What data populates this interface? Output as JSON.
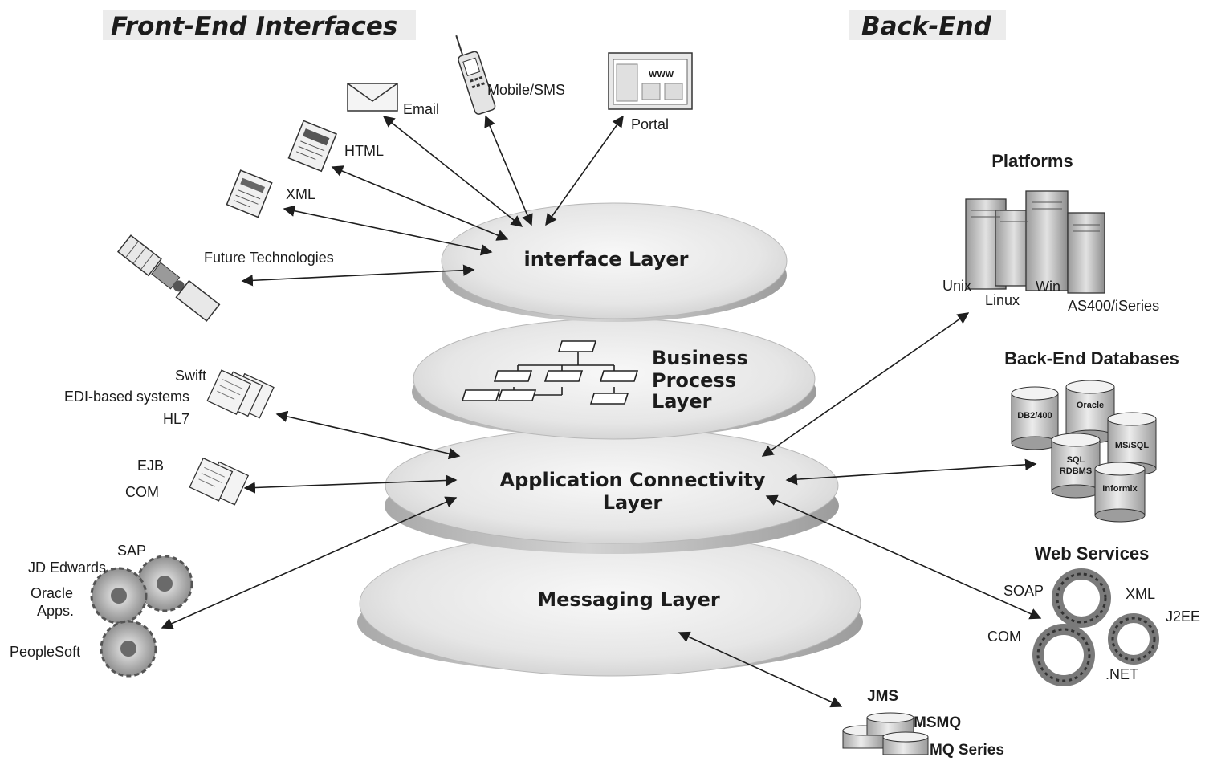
{
  "headings": {
    "front_end": "Front-End Interfaces",
    "back_end": "Back-End"
  },
  "layers": {
    "interface": "interface Layer",
    "business": [
      "Business",
      "Process",
      "Layer"
    ],
    "app_conn": [
      "Application Connectivity",
      "Layer"
    ],
    "messaging": "Messaging Layer"
  },
  "front_end": {
    "email": "Email",
    "mobile": "Mobile/SMS",
    "portal": "Portal",
    "portal_screen": "WWW",
    "html": "HTML",
    "xml": "XML",
    "future": "Future Technologies",
    "swift": "Swift",
    "edi": "EDI-based systems",
    "hl7": "HL7",
    "ejb": "EJB",
    "com": "COM",
    "sap": "SAP",
    "jd_edwards": "JD Edwards",
    "oracle_apps": [
      "Oracle",
      "Apps."
    ],
    "peoplesoft": "PeopleSoft"
  },
  "back_end": {
    "platforms_title": "Platforms",
    "platforms": {
      "unix": "Unix",
      "linux": "Linux",
      "win": "Win",
      "as400": "AS400/iSeries"
    },
    "databases_title": "Back-End Databases",
    "databases": {
      "db2": "DB2/400",
      "oracle": "Oracle",
      "mssql": "MS/SQL",
      "sql_rdbms": [
        "SQL",
        "RDBMS"
      ],
      "informix": "Informix"
    },
    "web_services_title": "Web Services",
    "web_services": {
      "soap": "SOAP",
      "xml": "XML",
      "j2ee": "J2EE",
      "com": "COM",
      "net": ".NET"
    },
    "messaging": {
      "jms": "JMS",
      "msmq": "MSMQ",
      "mq": "MQ Series"
    }
  }
}
